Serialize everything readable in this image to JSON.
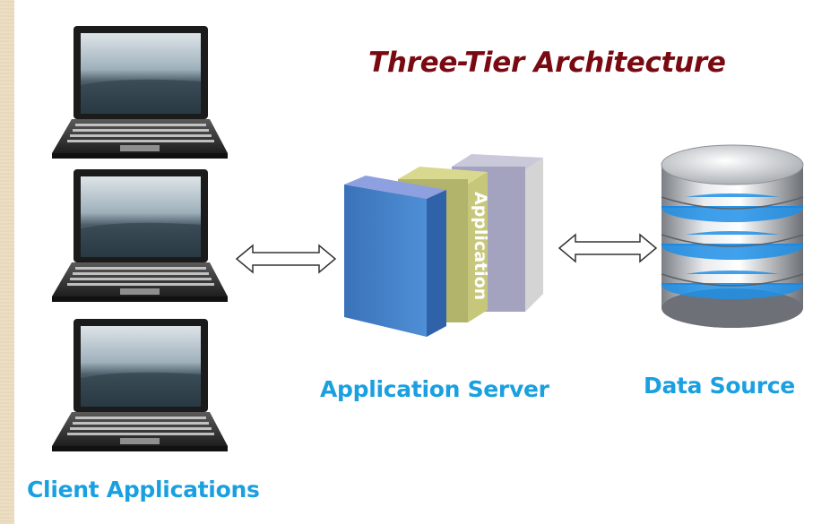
{
  "diagram": {
    "title": "Three-Tier Architecture",
    "client_label": "Client Applications",
    "app_server_label": "Application Server",
    "data_source_label": "Data Source",
    "server_box_text": "Application"
  },
  "colors": {
    "title": "#7a0a12",
    "labels": "#1aa0e0",
    "server_front": "#3f7fc4",
    "server_middle": "#b5b86a",
    "server_back": "#a9a9c3",
    "db_ring": "#1e8fe8"
  },
  "icons": [
    "laptop-icon",
    "double-arrow-icon",
    "server-boxes-icon",
    "database-icon"
  ]
}
